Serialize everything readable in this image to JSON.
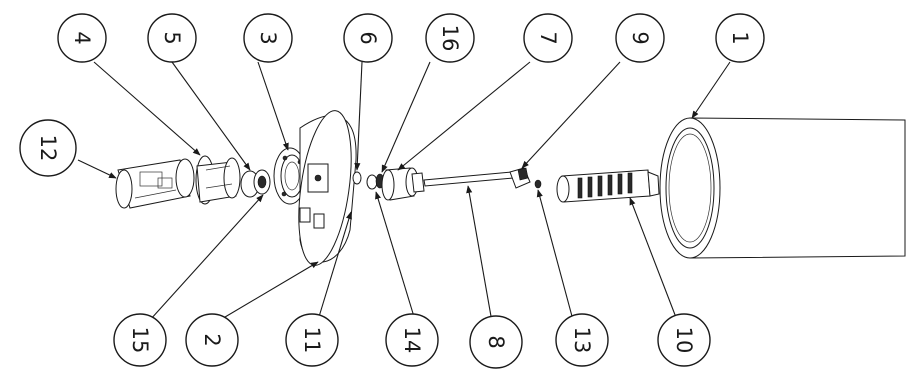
{
  "diagram": {
    "balloons_top": [
      {
        "label": "4"
      },
      {
        "label": "5"
      },
      {
        "label": "3"
      },
      {
        "label": "6"
      },
      {
        "label": "16"
      },
      {
        "label": "7"
      },
      {
        "label": "9"
      },
      {
        "label": "1"
      }
    ],
    "balloons_left": [
      {
        "label": "12"
      }
    ],
    "balloons_bottom": [
      {
        "label": "15"
      },
      {
        "label": "2"
      },
      {
        "label": "11"
      },
      {
        "label": "14"
      },
      {
        "label": "8"
      },
      {
        "label": "13"
      },
      {
        "label": "10"
      }
    ],
    "colors": {
      "line": "#1a1a1a",
      "background": "#ffffff"
    }
  }
}
